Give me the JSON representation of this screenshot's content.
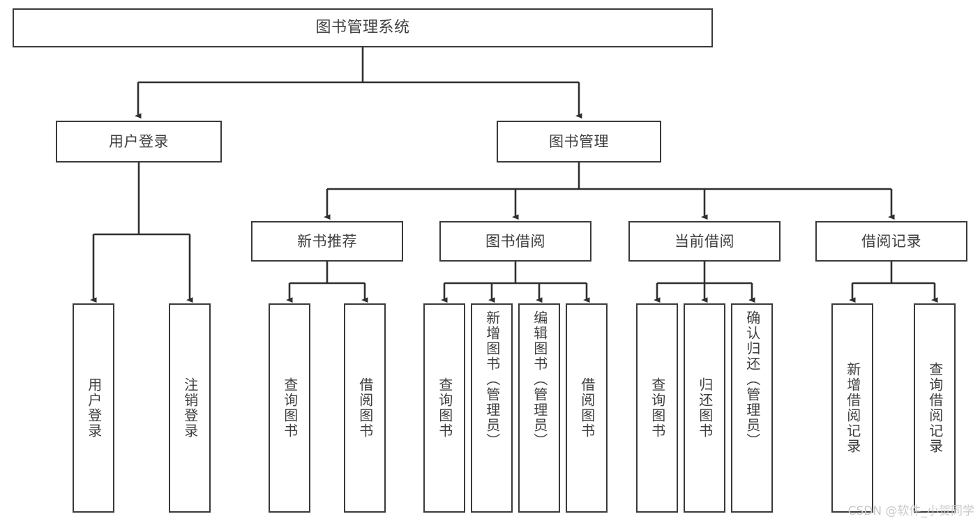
{
  "diagram": {
    "type": "tree-hierarchy",
    "title": "图书管理系统",
    "orientation": "top-down",
    "colors": {
      "box_border": "#3a3a3a",
      "box_fill": "#ffffff",
      "connector": "#2f2f2f",
      "text": "#3f3f3f",
      "watermark": "#c9c9c9",
      "background": "#ffffff"
    }
  },
  "nodes": {
    "root": {
      "label": "图书管理系统",
      "level": 0
    },
    "level1": [
      {
        "id": "user-login",
        "label": "用户登录"
      },
      {
        "id": "book-management",
        "label": "图书管理"
      }
    ],
    "level2": [
      {
        "id": "new-book-recommend",
        "label": "新书推荐",
        "parent": "book-management"
      },
      {
        "id": "book-borrow",
        "label": "图书借阅",
        "parent": "book-management"
      },
      {
        "id": "current-borrow",
        "label": "当前借阅",
        "parent": "book-management"
      },
      {
        "id": "borrow-record",
        "label": "借阅记录",
        "parent": "book-management"
      }
    ],
    "leaves": {
      "user-login": [
        {
          "id": "leaf-user-login",
          "label": "用户登录"
        },
        {
          "id": "leaf-logout",
          "label": "注销登录"
        }
      ],
      "new-book-recommend": [
        {
          "id": "leaf-query-book-1",
          "label": "查询图书"
        },
        {
          "id": "leaf-borrow-book-1",
          "label": "借阅图书"
        }
      ],
      "book-borrow": [
        {
          "id": "leaf-query-book-2",
          "label": "查询图书"
        },
        {
          "id": "leaf-add-book",
          "label": "新增图书（管理员）"
        },
        {
          "id": "leaf-edit-book",
          "label": "编辑图书（管理员）"
        },
        {
          "id": "leaf-borrow-book-2",
          "label": "借阅图书"
        }
      ],
      "current-borrow": [
        {
          "id": "leaf-query-book-3",
          "label": "查询图书"
        },
        {
          "id": "leaf-return-book",
          "label": "归还图书"
        },
        {
          "id": "leaf-confirm-return",
          "label": "确认归还（管理员）"
        }
      ],
      "borrow-record": [
        {
          "id": "leaf-add-record",
          "label": "新增借阅记录"
        },
        {
          "id": "leaf-query-record",
          "label": "查询借阅记录"
        }
      ]
    }
  },
  "watermark": {
    "text": "CSDN @软件_小贺同学"
  }
}
